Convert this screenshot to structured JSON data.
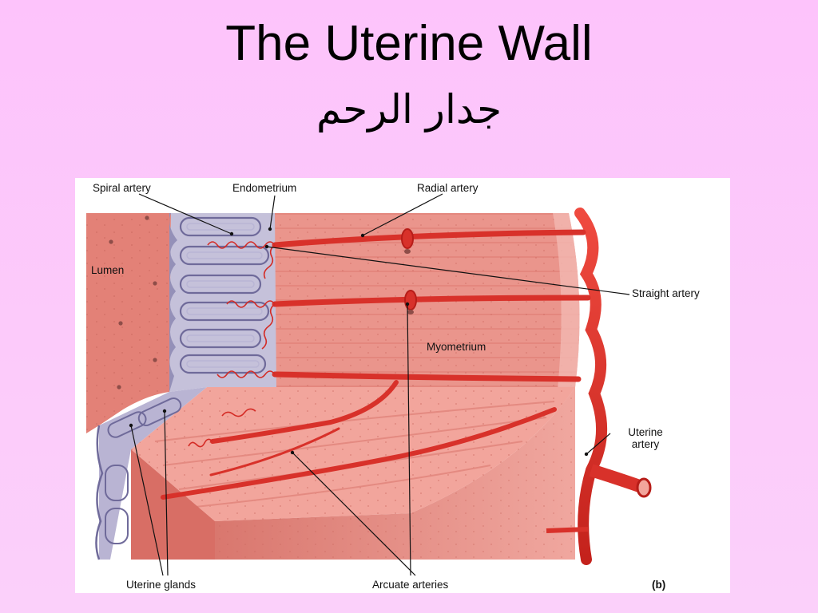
{
  "slide": {
    "title": "The Uterine Wall",
    "subtitle": "جدار الرحم"
  },
  "diagram": {
    "labels": {
      "spiral_artery": "Spiral artery",
      "endometrium": "Endometrium",
      "radial_artery": "Radial artery",
      "lumen": "Lumen",
      "straight_artery": "Straight artery",
      "myometrium": "Myometrium",
      "uterine_artery_line1": "Uterine",
      "uterine_artery_line2": "artery",
      "uterine_glands": "Uterine glands",
      "arcuate_arteries": "Arcuate arteries",
      "panel_letter": "(b)"
    },
    "colors": {
      "slide_background": "#fdc3fb",
      "muscle": "#e98f86",
      "endometrium": "#c3bfd8",
      "gland": "#8a86b0",
      "artery": "#d8312a"
    }
  }
}
